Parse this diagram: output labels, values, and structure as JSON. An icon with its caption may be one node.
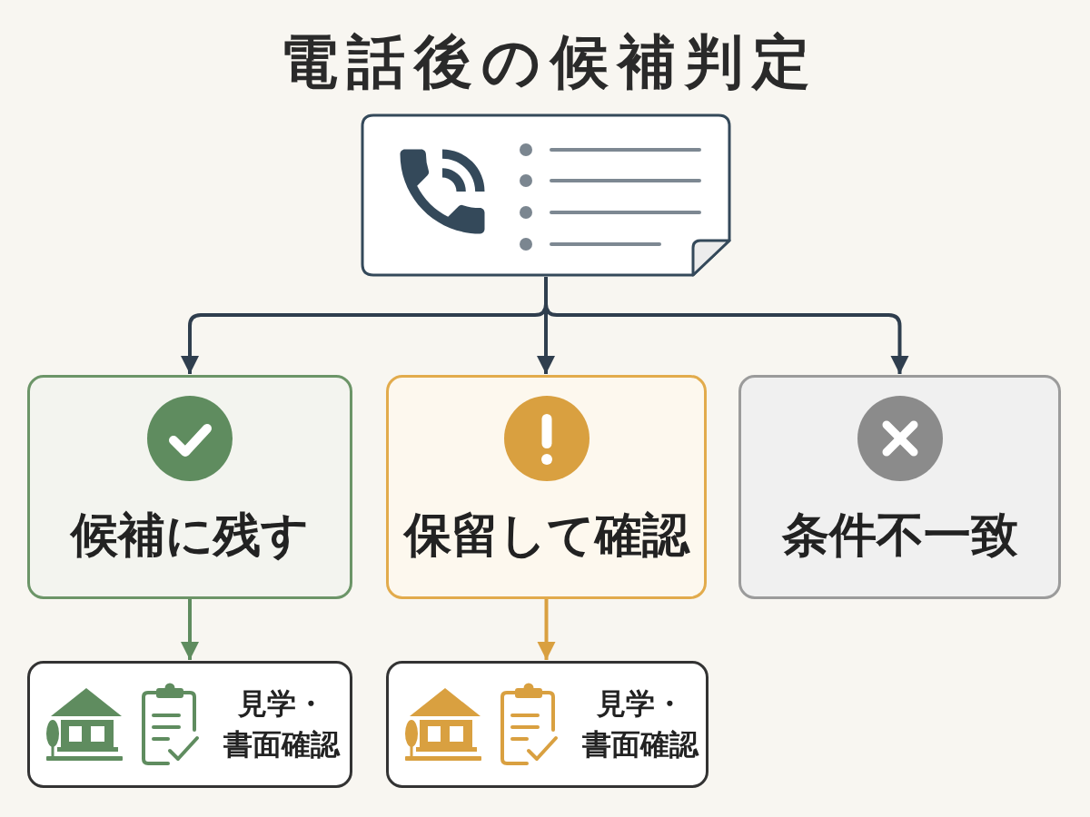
{
  "diagram": {
    "title": "電話後の候補判定",
    "nodes": [
      {
        "text": [],
        "shape": "picture"
      },
      {
        "text": [
          "候補に残す"
        ]
      },
      {
        "text": [
          "保留して確認"
        ]
      },
      {
        "text": [
          "条件不一致"
        ]
      },
      {
        "text": [
          "見学・書面確認"
        ]
      },
      {
        "text": [
          "見学・書面確認"
        ]
      }
    ],
    "edges": [
      {
        "from": 0,
        "to": 1,
        "arrow": "to"
      },
      {
        "from": 0,
        "to": 2,
        "arrow": "to"
      },
      {
        "from": 0,
        "to": 3,
        "arrow": "to"
      },
      {
        "from": 1,
        "to": 4,
        "arrow": "to",
        "color": "#5f8c5f"
      },
      {
        "from": 2,
        "to": 5,
        "arrow": "to",
        "color": "#d9a040"
      }
    ]
  }
}
